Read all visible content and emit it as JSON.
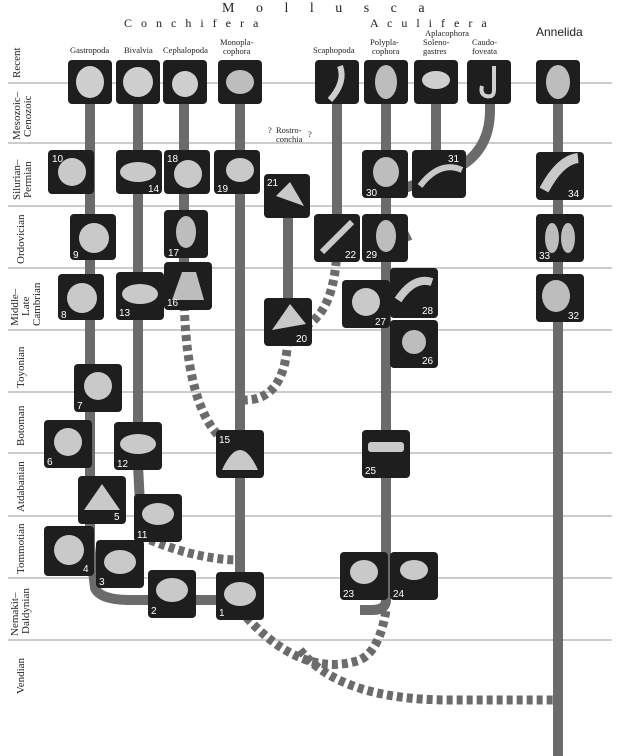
{
  "title": "M o l l u s c a",
  "groups": {
    "conchifera": "C o n c h i f e r a",
    "aculifera": "A c u l i f e r a",
    "aplacophora": "Aplacophora",
    "annelida": "Annelida"
  },
  "clades": {
    "gastropoda": "Gastropoda",
    "bivalvia": "Bivalvia",
    "cephalopoda": "Cephalopoda",
    "monoplacophora_1": "Monopla-",
    "monoplacophora_2": "cophora",
    "scaphopoda": "Scaphopoda",
    "polyplacophora_1": "Polypla-",
    "polyplacophora_2": "cophora",
    "solenogastres_1": "Soleno-",
    "solenogastres_2": "gastres",
    "caudofoveata_1": "Caudo-",
    "caudofoveata_2": "foveata",
    "rostroconchia_1": "Rostro-",
    "rostroconchia_2": "conchia",
    "question": "?"
  },
  "periods": [
    {
      "id": "recent",
      "line1": "Recent",
      "line2": ""
    },
    {
      "id": "mesozoic",
      "line1": "Mesozoic–",
      "line2": "Cenozoic"
    },
    {
      "id": "silurian",
      "line1": "Silurian–",
      "line2": "Permian"
    },
    {
      "id": "ordovician",
      "line1": "Ordovician",
      "line2": ""
    },
    {
      "id": "middle",
      "line1": "Middle–",
      "line2": "Late",
      "line3": "Cambrian"
    },
    {
      "id": "toyonian",
      "line1": "Toyonian",
      "line2": ""
    },
    {
      "id": "botoman",
      "line1": "Botoman",
      "line2": ""
    },
    {
      "id": "atdabanian",
      "line1": "Atdabanian",
      "line2": ""
    },
    {
      "id": "tommotian",
      "line1": "Tommotian",
      "line2": ""
    },
    {
      "id": "nemakit",
      "line1": "Nemakit–",
      "line2": "Daldynian"
    },
    {
      "id": "vendian",
      "line1": "Vendian",
      "line2": ""
    }
  ],
  "specimens": [
    "1",
    "2",
    "3",
    "4",
    "5",
    "6",
    "7",
    "8",
    "9",
    "10",
    "11",
    "12",
    "13",
    "14",
    "15",
    "16",
    "17",
    "18",
    "19",
    "20",
    "21",
    "22",
    "23",
    "24",
    "25",
    "26",
    "27",
    "28",
    "29",
    "30",
    "31",
    "32",
    "33",
    "34"
  ]
}
